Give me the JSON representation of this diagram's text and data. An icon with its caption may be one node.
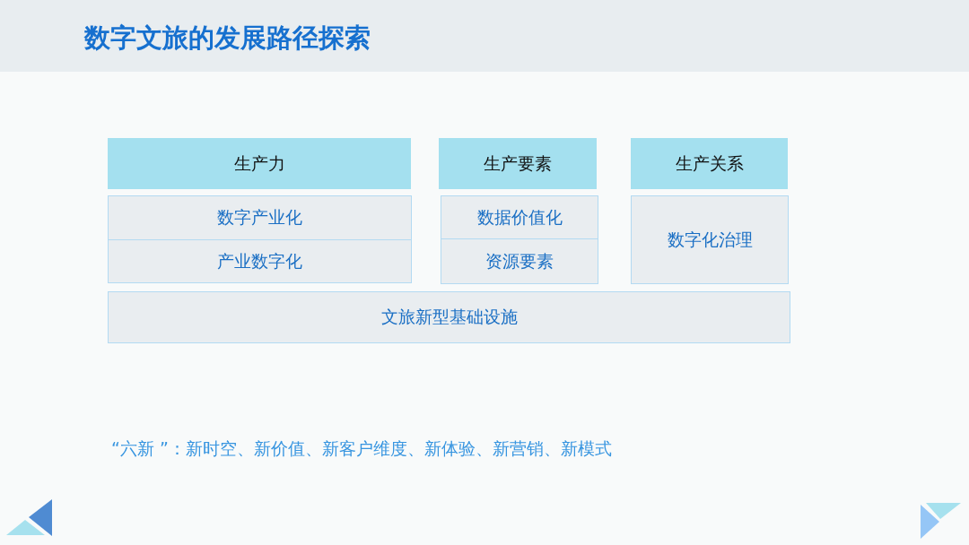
{
  "diagram": {
    "title": "数字文旅的发展路径探索",
    "nodes": [
      {
        "text": [
          "生产力"
        ]
      },
      {
        "text": [
          "生产要素"
        ]
      },
      {
        "text": [
          "生产关系"
        ]
      },
      {
        "text": [
          "数字产业化"
        ]
      },
      {
        "text": [
          "产业数字化"
        ]
      },
      {
        "text": [
          "数据价值化"
        ]
      },
      {
        "text": [
          "资源要素"
        ]
      },
      {
        "text": [
          "数字化治理"
        ]
      },
      {
        "text": [
          "文旅新型基础设施"
        ]
      }
    ],
    "labels": [
      "“六新 ”：新时空、新价值、新客户维度、新体验、新营销、新模式"
    ]
  }
}
